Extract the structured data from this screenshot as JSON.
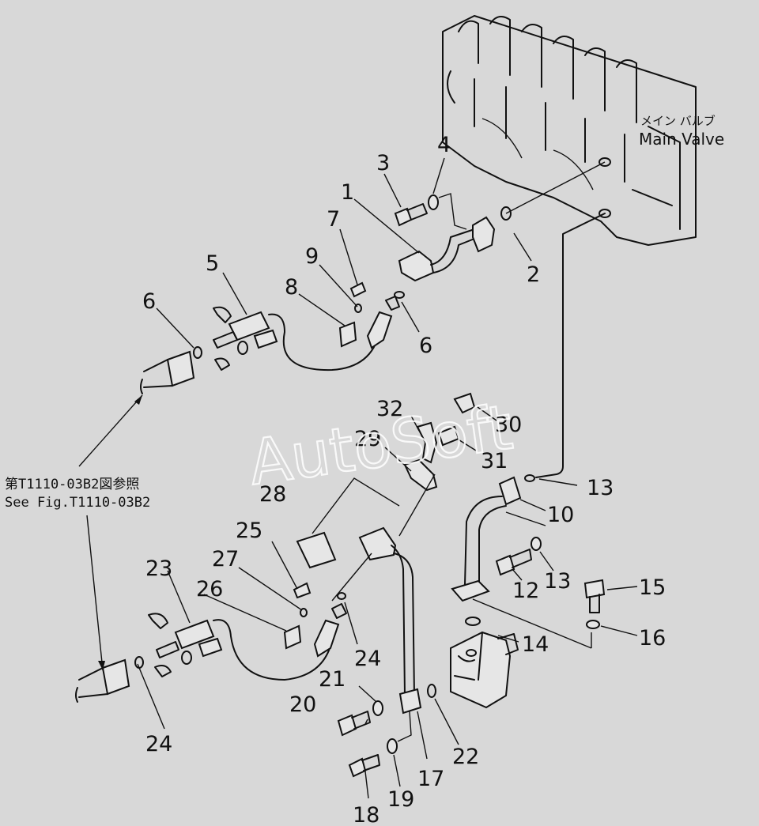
{
  "diagram": {
    "main_valve_label_jp": "メイン バルブ",
    "main_valve_label_en": "Main Valve",
    "reference_label_jp": "第T1110-03B2図参照",
    "reference_label_en": "See Fig.T1110-03B2",
    "watermark": "AutoSoft",
    "callouts": {
      "c1": "1",
      "c2": "2",
      "c3": "3",
      "c4": "4",
      "c5": "5",
      "c6a": "6",
      "c6b": "6",
      "c7": "7",
      "c8": "8",
      "c9": "9",
      "c10": "10",
      "c12": "12",
      "c13a": "13",
      "c13b": "13",
      "c14": "14",
      "c15": "15",
      "c16": "16",
      "c17": "17",
      "c18": "18",
      "c19": "19",
      "c20": "20",
      "c21": "21",
      "c22": "22",
      "c23": "23",
      "c24a": "24",
      "c24b": "24",
      "c25": "25",
      "c26": "26",
      "c27": "27",
      "c28": "28",
      "c29": "29",
      "c30": "30",
      "c31": "31",
      "c32": "32"
    }
  }
}
